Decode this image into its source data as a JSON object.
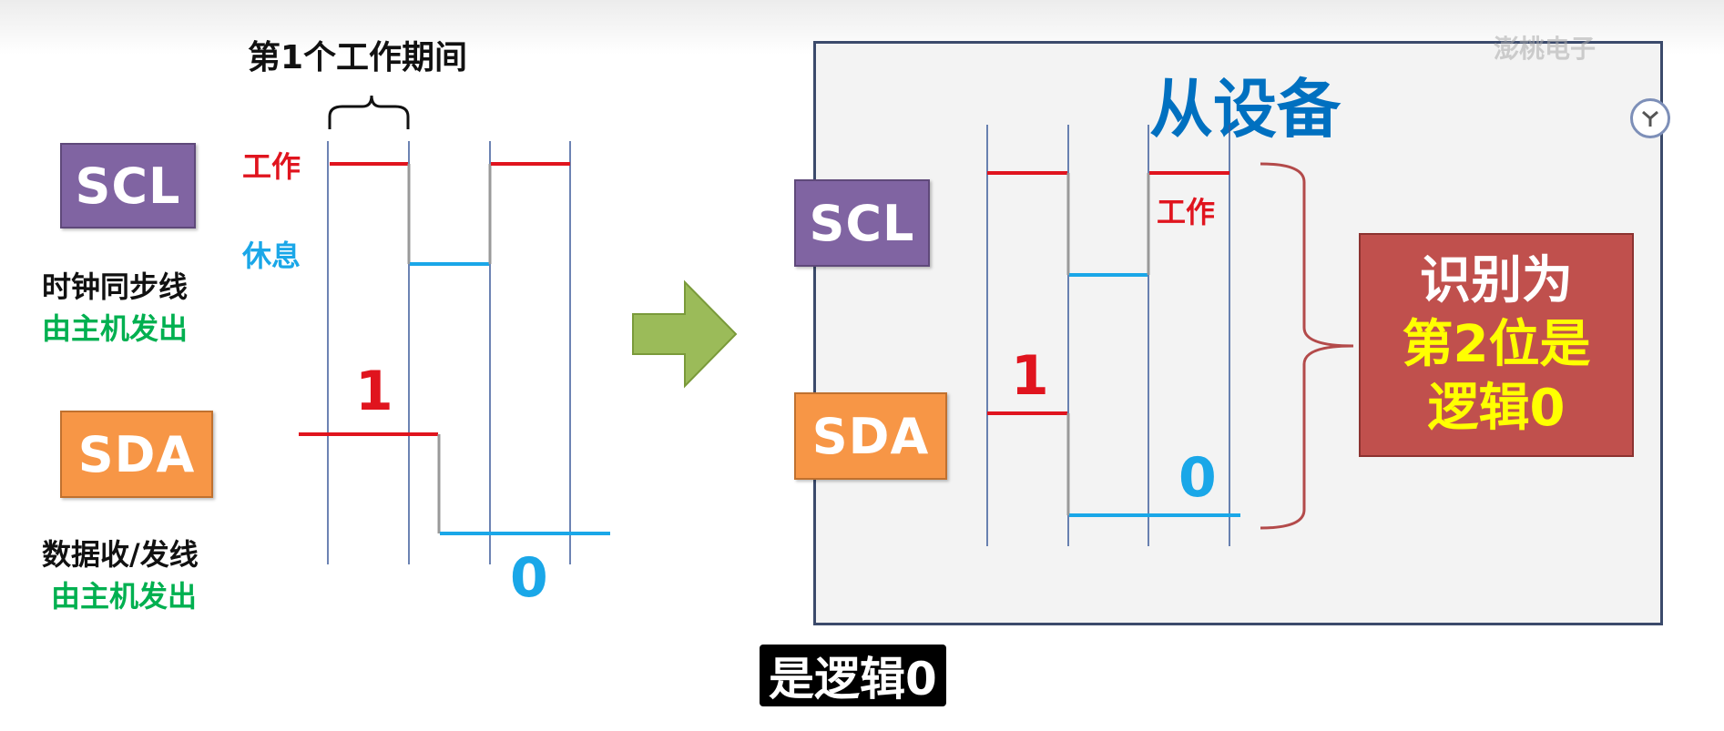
{
  "master": {
    "period_label": "第1个工作期间",
    "scl_label": "SCL",
    "scl_desc": "时钟同步线",
    "scl_source": "由主机发出",
    "sda_label": "SDA",
    "sda_desc": "数据收/发线",
    "sda_source": "由主机发出",
    "work_label": "工作",
    "rest_label": "休息",
    "bit_one": "1",
    "bit_zero": "0"
  },
  "arrow": {
    "icon": "right-arrow-icon",
    "color": "#8fb04e"
  },
  "slave": {
    "title": "从设备",
    "scl_label": "SCL",
    "sda_label": "SDA",
    "work_label": "工作",
    "bit_one": "1",
    "bit_zero": "0",
    "result_line1": "识别为",
    "result_line2": "第2位是",
    "result_line3": "逻辑0"
  },
  "subtitle": "是逻辑0",
  "watermark": "澎桃电子",
  "colors": {
    "high": "#e0141e",
    "low": "#1aa7e8",
    "title_blue": "#0070c0",
    "result_bg": "#c0504d",
    "result_yellow": "#ffff00",
    "green": "#00b050"
  }
}
